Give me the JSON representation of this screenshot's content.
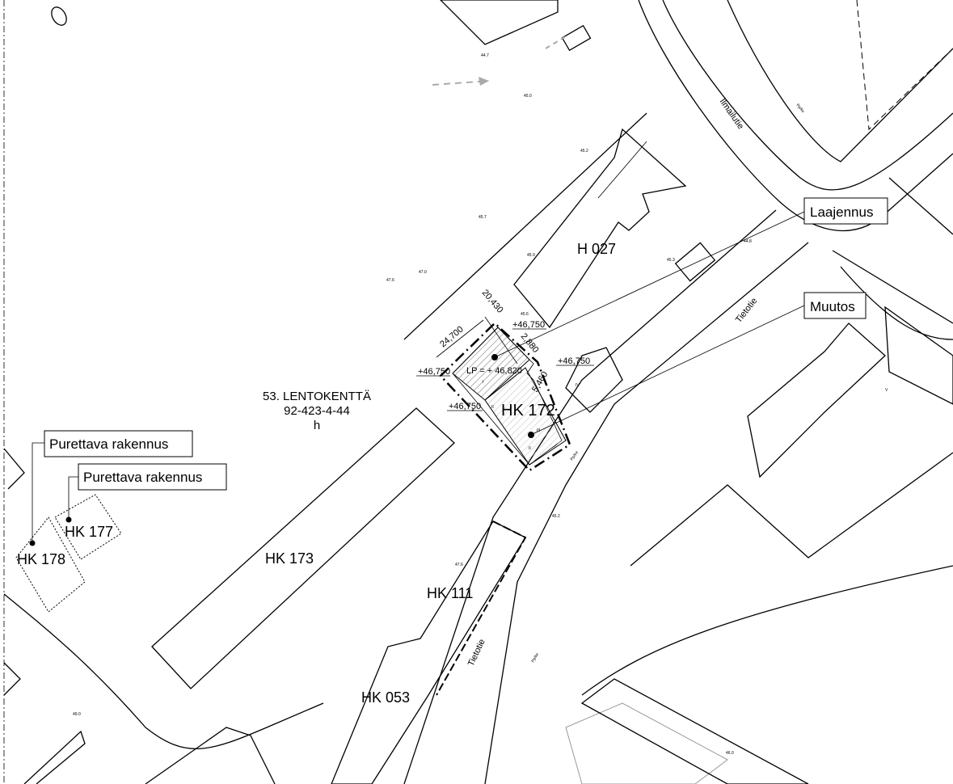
{
  "callouts": {
    "laajennus": "Laajennus",
    "muutos": "Muutos",
    "purettava1": "Purettava rakennus",
    "purettava2": "Purettava rakennus"
  },
  "buildings": {
    "h027": "H 027",
    "hk172": "HK 172",
    "hk173": "HK 173",
    "hk177": "HK 177",
    "hk178": "HK 178",
    "hk111": "HK 111",
    "hk053": "HK 053"
  },
  "parcel": {
    "name": "53. LENTOKENTTÄ",
    "id": "92-423-4-44",
    "code": "h"
  },
  "streets": {
    "ilmailutie": "Ilmailutie",
    "tietotie_upper": "Tietotie",
    "tietotie_lower": "Tietotie",
    "pp1": "Pp/ke",
    "pp2": "Pp/ke",
    "pp3": "Pp/ke"
  },
  "dimensions": {
    "d1": "24,700",
    "d2": "20,430",
    "d3": "2,880",
    "d4": "5,460",
    "h1": "+46,750",
    "h2": "+46,750",
    "h3": "+46,750",
    "h4": "+46,750",
    "lp": "LP = + 46,820"
  },
  "floors": {
    "f1": "I",
    "f2": "II",
    "f3": "III",
    "f4": "II",
    "f5": "IV",
    "f6": "V"
  },
  "elevations": {
    "e1": "44.7",
    "e2": "45.0",
    "e3": "45.2",
    "e4": "45.7",
    "e5": "45.9",
    "e6": "47.0",
    "e7": "47.6",
    "e8": "45.3",
    "e9": "45.6",
    "e10": "44.8",
    "e11": "45.2",
    "e12": "47.6",
    "e13": "49.0",
    "e14": "46.0"
  }
}
